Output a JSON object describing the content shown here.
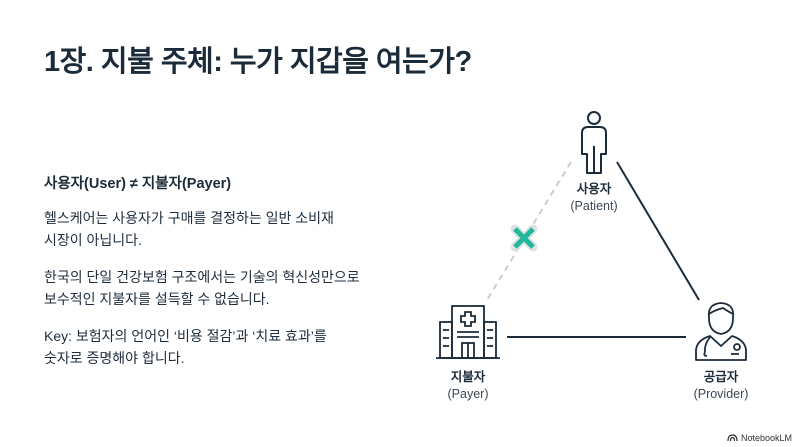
{
  "slide": {
    "title": "1장. 지불 주체: 누가 지갑을 여는가?",
    "subheading": "사용자(User) ≠ 지불자(Payer)",
    "paragraphs": [
      [
        "헬스케어는 사용자가 구매를 결정하는 일반 소비재",
        "시장이 아닙니다."
      ],
      [
        "한국의 단일 건강보험 구조에서는 기술의 혁신성만으로",
        "보수적인 지불자를 설득할 수 없습니다."
      ],
      [
        "Key: 보험자의 언어인 ‘비용 절감’과 ‘치료 효과’를",
        "숫자로 증명해야 합니다."
      ]
    ]
  },
  "diagram": {
    "nodes": {
      "patient": {
        "label": "사용자",
        "sublabel": "(Patient)",
        "icon": "person-icon"
      },
      "payer": {
        "label": "지불자",
        "sublabel": "(Payer)",
        "icon": "hospital-icon"
      },
      "provider": {
        "label": "공급자",
        "sublabel": "(Provider)",
        "icon": "doctor-icon"
      }
    },
    "broken_link_icon": "x-mark-icon",
    "colors": {
      "text": "#1c2b3a",
      "accent": "#1fb89a",
      "dashed": "#c8cdd2"
    }
  },
  "branding": {
    "label": "NotebookLM"
  }
}
